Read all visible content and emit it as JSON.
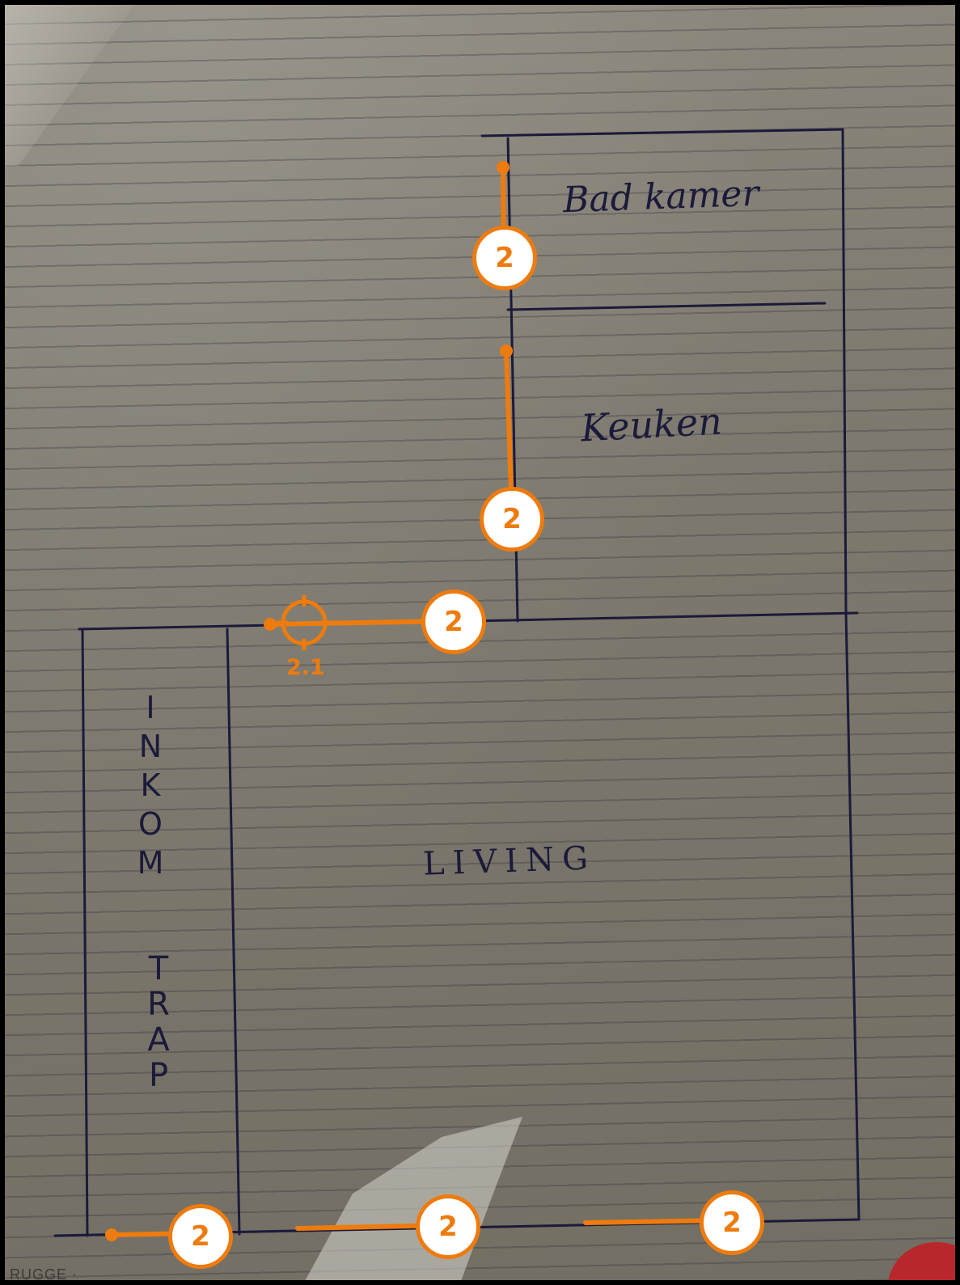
{
  "rooms": {
    "bedroom": "Bad kamer",
    "kitchen": "Keuken",
    "living": "LIVING",
    "entrance_line1": [
      "I",
      "N",
      "K",
      "O",
      "M"
    ],
    "entrance_line2": [
      "T",
      "R",
      "A",
      "P"
    ]
  },
  "markers": [
    {
      "label": "2"
    },
    {
      "label": "2"
    },
    {
      "label": "2"
    },
    {
      "label": "2"
    },
    {
      "label": "2"
    },
    {
      "label": "2"
    }
  ],
  "target": {
    "label": "2.1"
  },
  "footer": {
    "brand_fragment": "RUGGE ·"
  },
  "colors": {
    "accent": "#ee7b0d",
    "ink": "#1c1a3a",
    "paper": "#85817a"
  }
}
